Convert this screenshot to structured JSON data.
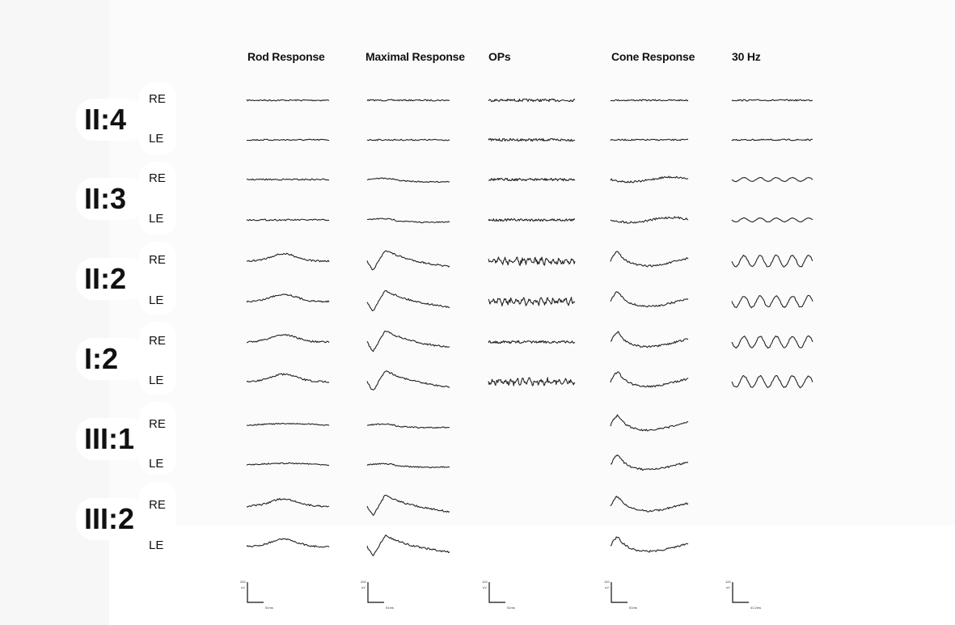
{
  "chart_data": {
    "type": "line",
    "columns": [
      {
        "id": "rod",
        "title": "Rod Response",
        "scale": {
          "v": "200",
          "vunit": "uV",
          "t": "51ms"
        }
      },
      {
        "id": "max",
        "title": "Maximal Response",
        "scale": {
          "v": "200",
          "vunit": "uV",
          "t": "51ms"
        }
      },
      {
        "id": "ops",
        "title": "OPs",
        "scale": {
          "v": "120",
          "vunit": "uV",
          "t": "51ms"
        }
      },
      {
        "id": "cone",
        "title": "Cone Response",
        "scale": {
          "v": "120",
          "vunit": "uV",
          "t": "51ms"
        }
      },
      {
        "id": "hz30",
        "title": "30 Hz",
        "scale": {
          "v": "120",
          "vunit": "uV",
          "t": "41.2ms"
        }
      }
    ],
    "subjects": [
      {
        "label": "II:4",
        "eyes": [
          "RE",
          "LE"
        ]
      },
      {
        "label": "II:3",
        "eyes": [
          "RE",
          "LE"
        ]
      },
      {
        "label": "II:2",
        "eyes": [
          "RE",
          "LE"
        ]
      },
      {
        "label": "I:2",
        "eyes": [
          "RE",
          "LE"
        ]
      },
      {
        "label": "III:1",
        "eyes": [
          "RE",
          "LE"
        ]
      },
      {
        "label": "III:2",
        "eyes": [
          "RE",
          "LE"
        ]
      }
    ],
    "traces": [
      {
        "subject": "II:4",
        "eye": "RE",
        "rod": "flat",
        "max": "flat",
        "ops": "flat",
        "cone": "flat",
        "hz30": "flat"
      },
      {
        "subject": "II:4",
        "eye": "LE",
        "rod": "flat",
        "max": "flat",
        "ops": "flat",
        "cone": "flat",
        "hz30": "flat"
      },
      {
        "subject": "II:3",
        "eye": "RE",
        "rod": "flat",
        "max": "small",
        "ops": "flat",
        "cone": "small",
        "hz30": "small"
      },
      {
        "subject": "II:3",
        "eye": "LE",
        "rod": "flat",
        "max": "small",
        "ops": "flat",
        "cone": "small",
        "hz30": "small"
      },
      {
        "subject": "II:2",
        "eye": "RE",
        "rod": "present",
        "max": "present",
        "ops": "present",
        "cone": "present",
        "hz30": "present"
      },
      {
        "subject": "II:2",
        "eye": "LE",
        "rod": "present",
        "max": "present",
        "ops": "present",
        "cone": "present",
        "hz30": "present"
      },
      {
        "subject": "I:2",
        "eye": "RE",
        "rod": "present",
        "max": "present",
        "ops": "flat",
        "cone": "present",
        "hz30": "present"
      },
      {
        "subject": "I:2",
        "eye": "LE",
        "rod": "present",
        "max": "present",
        "ops": "present",
        "cone": "present",
        "hz30": "present"
      },
      {
        "subject": "III:1",
        "eye": "RE",
        "rod": "small",
        "max": "small",
        "ops": null,
        "cone": "present",
        "hz30": null
      },
      {
        "subject": "III:1",
        "eye": "LE",
        "rod": "small",
        "max": "small",
        "ops": null,
        "cone": "present",
        "hz30": null
      },
      {
        "subject": "III:2",
        "eye": "RE",
        "rod": "present",
        "max": "present",
        "ops": null,
        "cone": "present",
        "hz30": null
      },
      {
        "subject": "III:2",
        "eye": "LE",
        "rod": "present",
        "max": "present",
        "ops": null,
        "cone": "present",
        "hz30": null
      }
    ]
  }
}
